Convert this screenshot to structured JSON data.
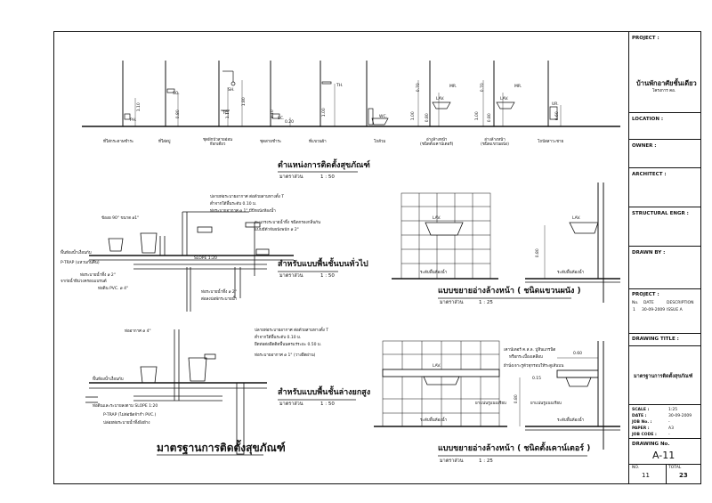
{
  "fixture_labels": [
    "ที่ใส่กระดาษชำระ",
    "ที่ใส่สบู่",
    "ชุดฝักบัวสายอ่อน\nก๊อกเดี่ยว",
    "ชุดสายชำระ",
    "ที่แขวนผ้า",
    "โถส้วม",
    "อ่างล้างหน้า\n(ชนิดตั้งเคาน์เตอร์)",
    "อ่างล้างหน้า\n(ชนิดแขวนผนัง)",
    "โถปัสสาวะชาย"
  ],
  "codes": [
    "PH.",
    "SO.",
    "SH.",
    "TC.",
    "SC.",
    "TH.",
    "WC.",
    "MR.",
    "LAV.",
    "MR.",
    "LAV.",
    "UR."
  ],
  "dims": [
    "1.10",
    "0.80",
    "1.10",
    "1.80",
    "1.10",
    "0.20",
    "1.00",
    "0.70",
    "0.80",
    "1.00",
    "0.70",
    "0.80",
    "1.00",
    "0.60"
  ],
  "sec1": {
    "title": "ตำแหน่งการติดตั้งสุขภัณฑ์",
    "scale_label": "มาตราส่วน",
    "scale": "1 : 50"
  },
  "plan1": {
    "notes": [
      "ปลายท่อระบายอากาศ ต่อด้วยสามทางตั้ง T",
      "ต่ำจากใต้พื้นระดับ 0.10 ม.",
      "ท่อระบายอากาศ ø 1\" มีปีกผนังห้องน้ำ",
      "ตะแกรงระบายน้ำทิ้ง ชนิดกรองกลิ่นกัน",
      "แบบมีตัวจับผนังพนัก ø 2\""
    ],
    "left": [
      "ข้องอ 90° ขนาด ø1\"",
      "พื้นห้องน้ำเงื่อนกับ",
      "P-TRAP (แหวนกันคืน)",
      "ท่อระบายน้ำทิ้ง ø 2\"",
      "จาก่ยน้ำฝีน่วงครอบแบรนด์",
      "ท่อดิน PVC. ø 4\""
    ],
    "slope": "SLOPE 1:20",
    "right_notes": [
      "ท่อระบายน้ำทิ้ง ø 2\"",
      "ต่อลงบ่อพักระบายน้ำ"
    ],
    "title": "สำหรับแบบพื้นชั้นบนทั่วไป",
    "scale_label": "มาตราส่วน",
    "scale": "1 : 50"
  },
  "plan2": {
    "pipe": "ท่ออากาศ ø 4\"",
    "left": [
      "พื้นห้องน้ำเงื่อนกับ",
      "ท่อดินและระบายลงตาม SLOPE 1:20",
      "P-TRAP (ไม่ต่อนีดจ้ากำ PVC.)",
      "ปล่อยท่อระบายน้ำทิ้งผิงผ้าง"
    ],
    "notes": [
      "ปลายท่อระบายอากาศ ต่อด้วยสามทางตั้ง T",
      "ต่ำจากใต้พื้นระดับ 0.10 ม.",
      "ยึดท่อต่อยึดติดพื้นนครแร่ระยะ 0.50 ม.",
      "ท่อระบายอากาศ ø 1\" (วางยึดผ่าน)"
    ],
    "title": "สำหรับแบบพื้นชั้นล่างยกสูง",
    "scale_label": "มาตราส่วน",
    "scale": "1 : 50"
  },
  "main_title": "มาตรฐานการติดตั้งสุขภัณฑ์",
  "det1": {
    "lav": "LAV.",
    "lav2": "LAV.",
    "floor": "ระดับพื้นห้องน้ำ",
    "floor2": "ระดับพื้นห้องน้ำ",
    "dim": "0.80",
    "title": "แบบขยายอ่างล้างหน้า ( ชนิดแขวนผนัง )",
    "scale_label": "มาตราส่วน",
    "scale": "1 : 25"
  },
  "det2": {
    "lav": "LAV.",
    "notes": [
      "เคาน์เตอร์ ค.ส.ล. ปูหินแกรนิต",
      "หรือกระเบื้องเคลือบ",
      "ผ้านั่งเจาะรูตัวทุกรอบให้ระดูเส้นบน"
    ],
    "pipe": "ยาแน่นรูแนบเรียบ",
    "pipe2": "ยาแน่นรูแนบเรียบ",
    "floor": "ระดับพื้นห้องน้ำ",
    "floor2": "ระดับพื้นห้องน้ำ",
    "dims": [
      "0.60",
      "0.15",
      "0.80"
    ],
    "title": "แบบขยายอ่างล้างหน้า ( ชนิดตั้งเคาน์เตอร์ )",
    "scale_label": "มาตราส่วน",
    "scale": "1 : 25"
  },
  "title_block": {
    "project": "PROJECT :",
    "project_name": "บ้านพักอาศัยชั้นเดียว",
    "project_sub": "โครงการ คอ.",
    "location": "LOCATION :",
    "owner": "OWNER :",
    "architect": "ARCHITECT :",
    "structural": "STRUCTURAL ENGR :",
    "drawn": "DRAWN BY :",
    "project2": "PROJECT :",
    "rev_headers": [
      "No.",
      "DATE",
      "DESCRIPTION"
    ],
    "rev_row": [
      "1",
      "30-09-2009",
      "ISSUE A"
    ],
    "drawing_title": "DRAWING TITLE :",
    "drawing_title_val": "มาตรฐานการติดตั้งสุขภัณฑ์",
    "meta_labels": [
      "SCALE :",
      "DATE :",
      "JOB No. :",
      "PAPER :",
      "JOB CODE :"
    ],
    "meta_values": [
      "1:25",
      "30-09-2009",
      "-",
      "A3",
      "-"
    ],
    "drawing_no_label": "DRAWING No.",
    "drawing_no": "A-11",
    "no_label": "NO.",
    "total_label": "TOTAL",
    "no": "11",
    "total": "23"
  }
}
